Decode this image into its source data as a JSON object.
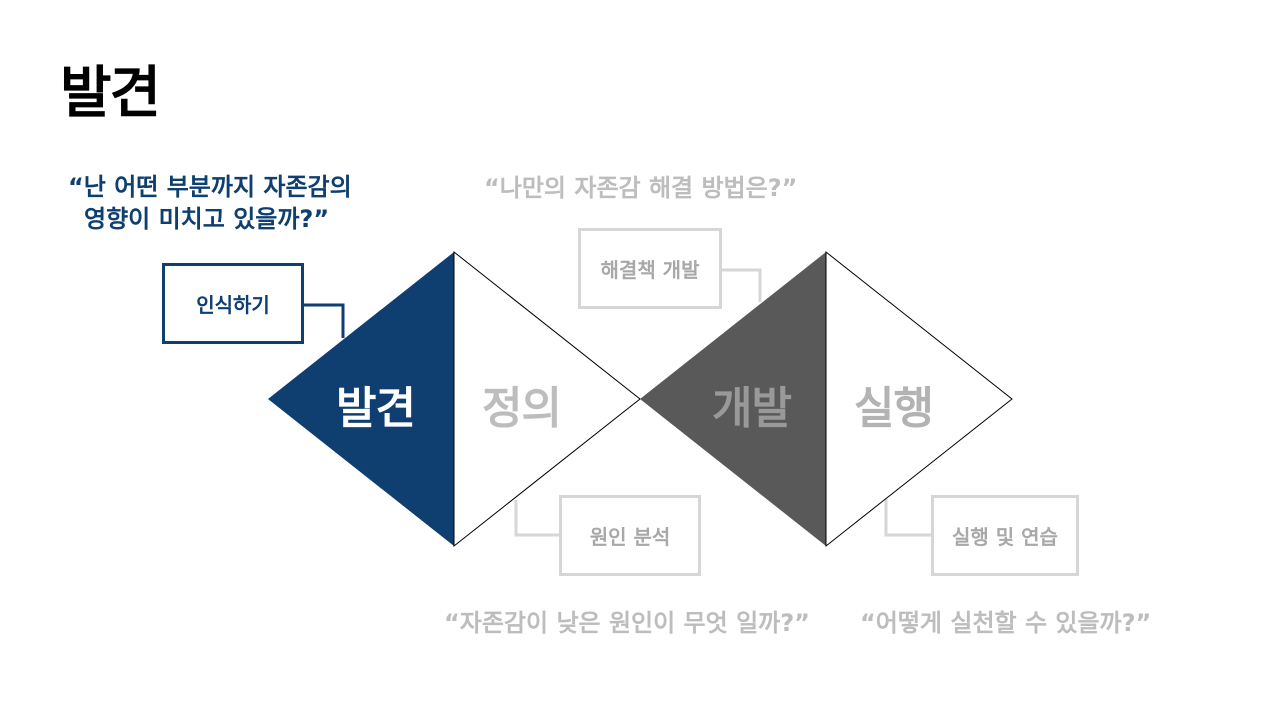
{
  "title": "발견",
  "phases": {
    "discover": "발견",
    "define": "정의",
    "develop": "개발",
    "deliver": "실행"
  },
  "questions": {
    "discover_line1": "“난 어떤 부분까지 자존감의",
    "discover_line2": "영향이 미치고 있을까?”",
    "develop": "“나만의 자존감 해결 방법은?”",
    "define": "“자존감이 낮은 원인이 무엇 일까?”",
    "deliver": "“어떻게 실천할 수 있을까?”"
  },
  "boxes": {
    "recognize": "인식하기",
    "solution": "해결책 개발",
    "cause": "원인 분석",
    "practice": "실행 및 연습"
  },
  "colors": {
    "active": "#0f3f70",
    "develop_fill": "#595959",
    "inactive_text": "#bdbdbd",
    "inactive_border": "#d6d6d6",
    "outline": "#000000"
  }
}
